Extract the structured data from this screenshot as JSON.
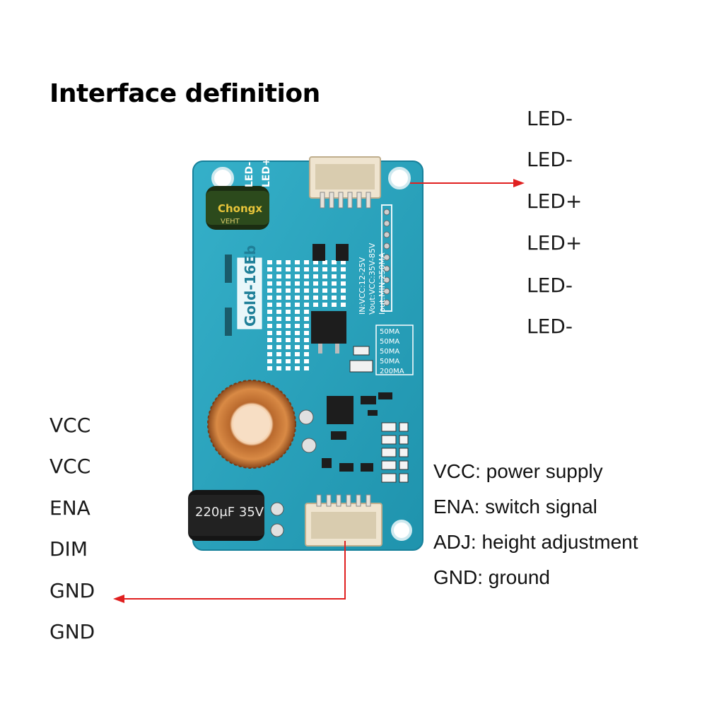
{
  "title": "Interface definition",
  "led_pins": [
    "LED-",
    "LED-",
    "LED+",
    "LED+",
    "LED-",
    "LED-"
  ],
  "input_pins": [
    "VCC",
    "VCC",
    "ENA",
    "DIM",
    "GND",
    "GND"
  ],
  "legend": [
    "VCC: power supply",
    "ENA: switch signal",
    "ADJ: height adjustment",
    "GND: ground"
  ],
  "board": {
    "model": "Gold-16Eb",
    "spec_lines": [
      "IN:VCC:12-25V",
      "Vout:VCC:35V-85V",
      "Iout:MIN:250MA"
    ],
    "current_options": [
      "50MA",
      "50MA",
      "50MA",
      "50MA",
      "200MA"
    ],
    "silk_top": [
      "LED-",
      "LED+"
    ],
    "cap_small_brand": "Chongx",
    "cap_small_label": "VEHT",
    "cap_large_spec": "220μF 35V",
    "board_color": "#2aa3bd",
    "arrow_color": "#e02020"
  }
}
